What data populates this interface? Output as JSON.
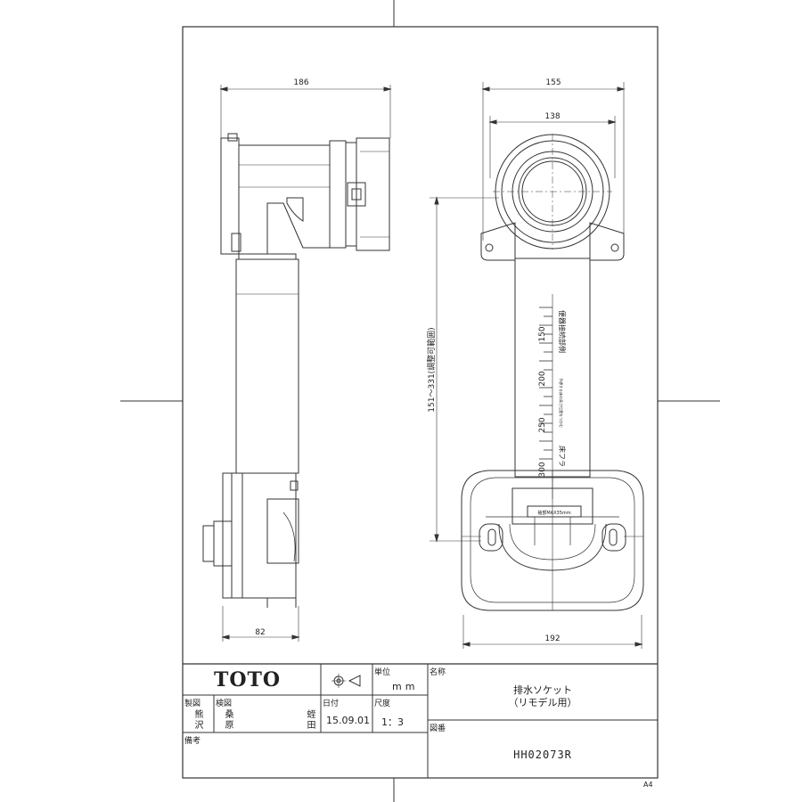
{
  "dimensions": {
    "side_width": "186",
    "side_bottom": "82",
    "front_outer": "155",
    "front_inner": "138",
    "front_bottom": "192",
    "height_range": "151～331(調整可範囲)"
  },
  "scale_marks": [
    "150",
    "200",
    "250",
    "300"
  ],
  "annotations": {
    "pipe_text_1": "便器接続部側",
    "pipe_text_2": "床フラ",
    "pipe_text_fine": "予想する床の高さ位置をつかむ",
    "base_label": "袖部MAX35mm"
  },
  "title_block": {
    "logo": "TOTO",
    "unit_label": "単位",
    "unit_value": "mm",
    "name_label": "名称",
    "name_line1": "排水ソケット",
    "name_line2": "（リモデル用）",
    "made_label": "製図",
    "made_name": "熊沢",
    "check_label": "検図",
    "check_name1": "桑原",
    "check_name2": "蛭田",
    "date_label": "日付",
    "date_value": "15.09.01",
    "scale_label": "尺度",
    "scale_value": "1：3",
    "drawing_no_label": "図番",
    "drawing_no": "HH02073R",
    "remarks_label": "備考",
    "paper_size": "A4"
  }
}
